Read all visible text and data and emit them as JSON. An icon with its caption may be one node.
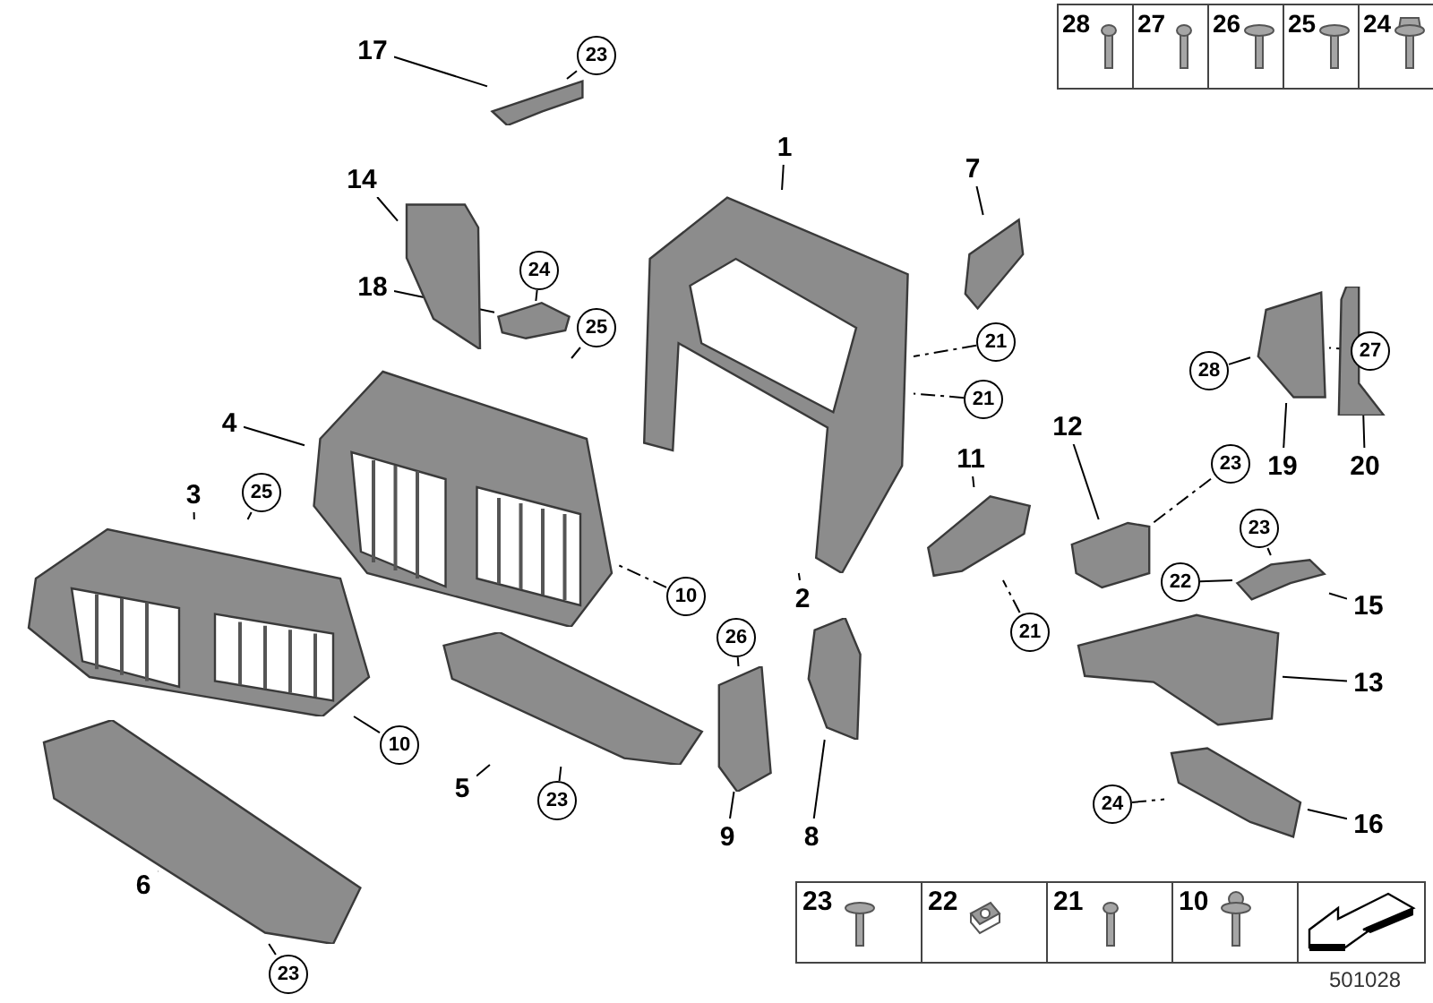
{
  "diagram": {
    "nodes": [
      {
        "text": [],
        "shape": "picture"
      },
      {
        "text": [],
        "shape": "picture"
      },
      {
        "text": [],
        "shape": "picture"
      },
      {
        "text": [],
        "shape": "picture"
      },
      {
        "text": [],
        "shape": "picture"
      },
      {
        "text": [],
        "shape": "picture"
      },
      {
        "text": [],
        "shape": "picture"
      },
      {
        "text": [],
        "shape": "picture"
      },
      {
        "text": [],
        "shape": "picture"
      },
      {
        "text": [],
        "shape": "picture"
      },
      {
        "text": [],
        "shape": "picture"
      },
      {
        "text": [],
        "shape": "picture"
      },
      {
        "text": [],
        "shape": "picture"
      },
      {
        "text": [],
        "shape": "picture"
      },
      {
        "text": [],
        "shape": "picture"
      },
      {
        "text": [],
        "shape": "picture"
      },
      {
        "text": [],
        "shape": "picture"
      },
      {
        "text": [],
        "shape": "picture"
      },
      {
        "text": [
          "1"
        ]
      },
      {
        "text": [
          "2"
        ]
      },
      {
        "text": [
          "7"
        ]
      },
      {
        "text": [
          "14"
        ]
      },
      {
        "text": [
          "17"
        ]
      },
      {
        "text": [
          "18"
        ]
      },
      {
        "text": [
          "4"
        ]
      },
      {
        "text": [
          "3"
        ]
      },
      {
        "text": [
          "5"
        ]
      },
      {
        "text": [
          "6"
        ]
      },
      {
        "text": [
          "9"
        ]
      },
      {
        "text": [
          "8"
        ]
      },
      {
        "text": [
          "11"
        ]
      },
      {
        "text": [
          "12"
        ]
      },
      {
        "text": [
          "19"
        ]
      },
      {
        "text": [
          "20"
        ]
      },
      {
        "text": [
          "15"
        ]
      },
      {
        "text": [
          "13"
        ]
      },
      {
        "text": [
          "16"
        ]
      },
      {
        "text": [
          "23"
        ]
      },
      {
        "text": [
          "24"
        ]
      },
      {
        "text": [
          "25"
        ]
      },
      {
        "text": [
          "21"
        ]
      },
      {
        "text": [
          "21"
        ]
      },
      {
        "text": [
          "10"
        ]
      },
      {
        "text": [
          "25"
        ]
      },
      {
        "text": [
          "26"
        ]
      },
      {
        "text": [
          "21"
        ]
      },
      {
        "text": [
          "23"
        ]
      },
      {
        "text": [
          "23"
        ]
      },
      {
        "text": [
          "22"
        ]
      },
      {
        "text": [
          "24"
        ]
      },
      {
        "text": [
          "27"
        ]
      },
      {
        "text": [
          "28"
        ]
      },
      {
        "text": [
          "10"
        ]
      },
      {
        "text": [
          "23"
        ]
      },
      {
        "text": [
          "23"
        ]
      }
    ],
    "edges": [
      {
        "from": 18,
        "to": 0,
        "arrow": "none"
      },
      {
        "from": 19,
        "to": 0,
        "arrow": "none"
      },
      {
        "from": 20,
        "to": 1,
        "arrow": "none"
      },
      {
        "from": 21,
        "to": 2,
        "arrow": "none"
      },
      {
        "from": 22,
        "to": 3,
        "arrow": "none"
      },
      {
        "from": 23,
        "to": 4,
        "arrow": "none"
      },
      {
        "from": 24,
        "to": 5,
        "arrow": "none"
      },
      {
        "from": 25,
        "to": 6,
        "arrow": "none"
      },
      {
        "from": 26,
        "to": 7,
        "arrow": "none"
      },
      {
        "from": 27,
        "to": 8,
        "arrow": "none"
      },
      {
        "from": 28,
        "to": 9,
        "arrow": "none"
      },
      {
        "from": 29,
        "to": 10,
        "arrow": "none"
      },
      {
        "from": 30,
        "to": 11,
        "arrow": "none"
      },
      {
        "from": 31,
        "to": 12,
        "arrow": "none"
      },
      {
        "from": 32,
        "to": 16,
        "arrow": "none"
      },
      {
        "from": 33,
        "to": 17,
        "arrow": "none"
      },
      {
        "from": 34,
        "to": 13,
        "arrow": "none"
      },
      {
        "from": 35,
        "to": 14,
        "arrow": "none"
      },
      {
        "from": 36,
        "to": 15,
        "arrow": "none"
      },
      {
        "from": 37,
        "to": 3,
        "arrow": "none",
        "style": "dashed"
      },
      {
        "from": 38,
        "to": 4,
        "arrow": "none",
        "style": "dashed"
      },
      {
        "from": 39,
        "to": 5,
        "arrow": "none"
      },
      {
        "from": 40,
        "to": 0,
        "arrow": "none",
        "style": "dashed"
      },
      {
        "from": 41,
        "to": 0,
        "arrow": "none",
        "style": "dashed"
      },
      {
        "from": 42,
        "to": 5,
        "arrow": "none",
        "style": "dashed"
      },
      {
        "from": 43,
        "to": 6,
        "arrow": "none"
      },
      {
        "from": 44,
        "to": 9,
        "arrow": "none",
        "style": "dashed"
      },
      {
        "from": 45,
        "to": 11,
        "arrow": "none",
        "style": "dashed"
      },
      {
        "from": 46,
        "to": 12,
        "arrow": "none",
        "style": "dashed"
      },
      {
        "from": 47,
        "to": 13,
        "arrow": "none",
        "style": "dashed"
      },
      {
        "from": 48,
        "to": 13,
        "arrow": "none"
      },
      {
        "from": 49,
        "to": 15,
        "arrow": "none",
        "style": "dashed"
      },
      {
        "from": 50,
        "to": 16,
        "arrow": "none",
        "style": "dashed"
      },
      {
        "from": 51,
        "to": 16,
        "arrow": "none"
      },
      {
        "from": 52,
        "to": 6,
        "arrow": "none"
      },
      {
        "from": 53,
        "to": 7,
        "arrow": "none",
        "style": "dashed"
      },
      {
        "from": 54,
        "to": 8,
        "arrow": "none",
        "style": "dashed"
      }
    ],
    "labels": [
      "28",
      "27",
      "26",
      "25",
      "24",
      "23",
      "22",
      "21",
      "10",
      "501028"
    ]
  }
}
